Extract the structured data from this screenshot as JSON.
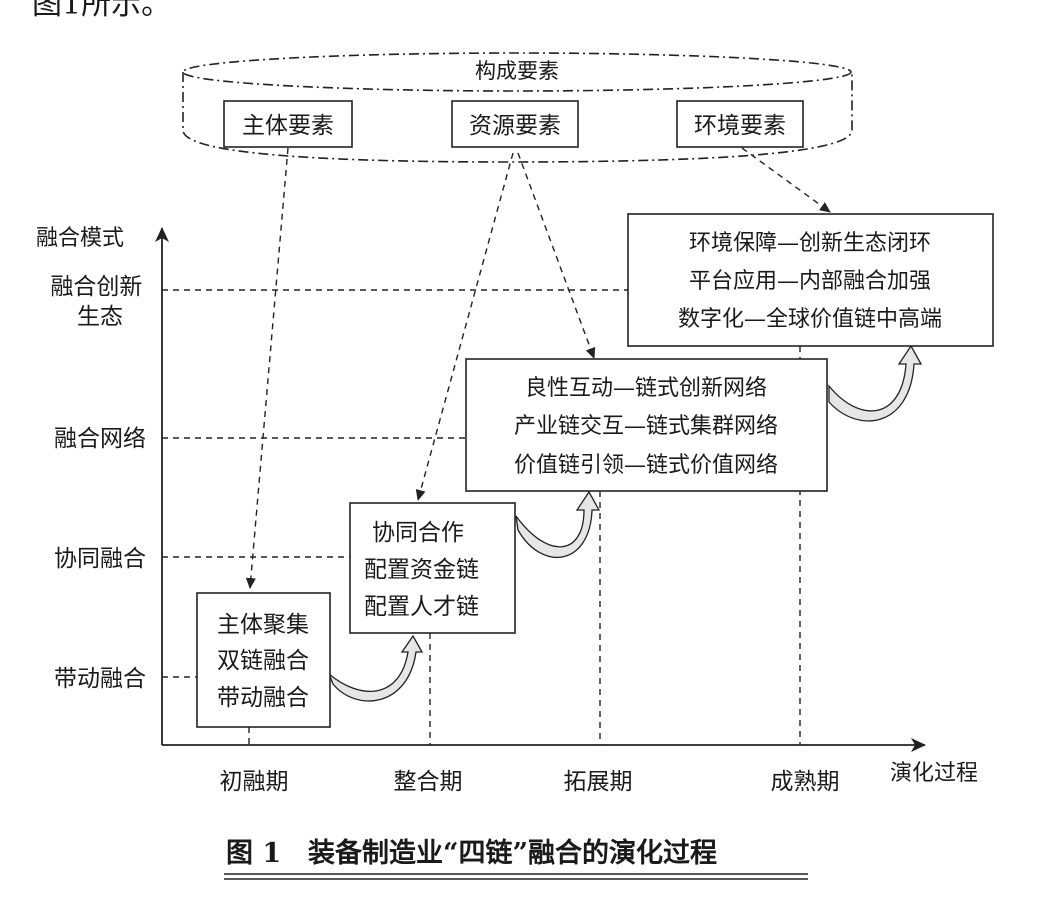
{
  "header_fragment": "图1所示。",
  "elements_group": {
    "title": "构成要素",
    "items": [
      "主体要素",
      "资源要素",
      "环境要素"
    ]
  },
  "y_axis": {
    "label": "融合模式",
    "levels": [
      "融合创新\n生态",
      "融合网络",
      "协同融合",
      "带动融合"
    ]
  },
  "x_axis": {
    "label": "演化过程",
    "stages": [
      "初融期",
      "整合期",
      "拓展期",
      "成熟期"
    ]
  },
  "stage_boxes": [
    {
      "lines": [
        "主体聚集",
        "双链融合",
        "带动融合"
      ]
    },
    {
      "lines": [
        "协同合作",
        "配置资金链",
        "配置人才链"
      ]
    },
    {
      "lines": [
        "良性互动—链式创新网络",
        "产业链交互—链式集群网络",
        "价值链引领—链式价值网络"
      ]
    },
    {
      "lines": [
        "环境保障—创新生态闭环",
        "平台应用—内部融合加强",
        "数字化—全球价值链中高端"
      ]
    }
  ],
  "caption": {
    "fig_no": "图 1",
    "text": "装备制造业“四链”融合的演化过程"
  }
}
